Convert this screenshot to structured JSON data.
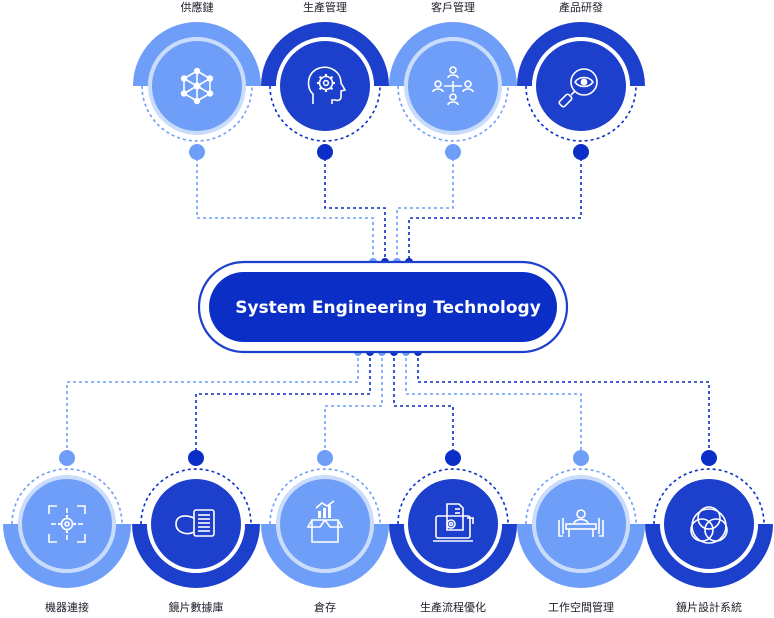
{
  "center": {
    "title": "System Engineering Technology"
  },
  "colors": {
    "light": "#6f9ef8",
    "dark": "#1c3fcc",
    "ring_light": "#c9dcfb",
    "ring_dark": "#0b2fc6",
    "text": "#1c1c2a"
  },
  "top_nodes": [
    {
      "label": "供應鏈",
      "theme": "light",
      "icon": "network-hexagon-icon"
    },
    {
      "label": "生產管理",
      "theme": "dark",
      "icon": "head-gear-icon"
    },
    {
      "label": "客戶管理",
      "theme": "light",
      "icon": "org-people-icon"
    },
    {
      "label": "產品研發",
      "theme": "dark",
      "icon": "magnifier-eye-icon"
    }
  ],
  "bottom_nodes": [
    {
      "label": "機器連接",
      "theme": "light",
      "icon": "connect-gear-icon"
    },
    {
      "label": "鏡片數據庫",
      "theme": "dark",
      "icon": "document-database-icon"
    },
    {
      "label": "倉存",
      "theme": "light",
      "icon": "warehouse-box-icon"
    },
    {
      "label": "生產流程優化",
      "theme": "dark",
      "icon": "process-optimize-icon"
    },
    {
      "label": "工作空間管理",
      "theme": "light",
      "icon": "meeting-space-icon"
    },
    {
      "label": "鏡片設計系統",
      "theme": "dark",
      "icon": "lens-circles-icon"
    }
  ]
}
